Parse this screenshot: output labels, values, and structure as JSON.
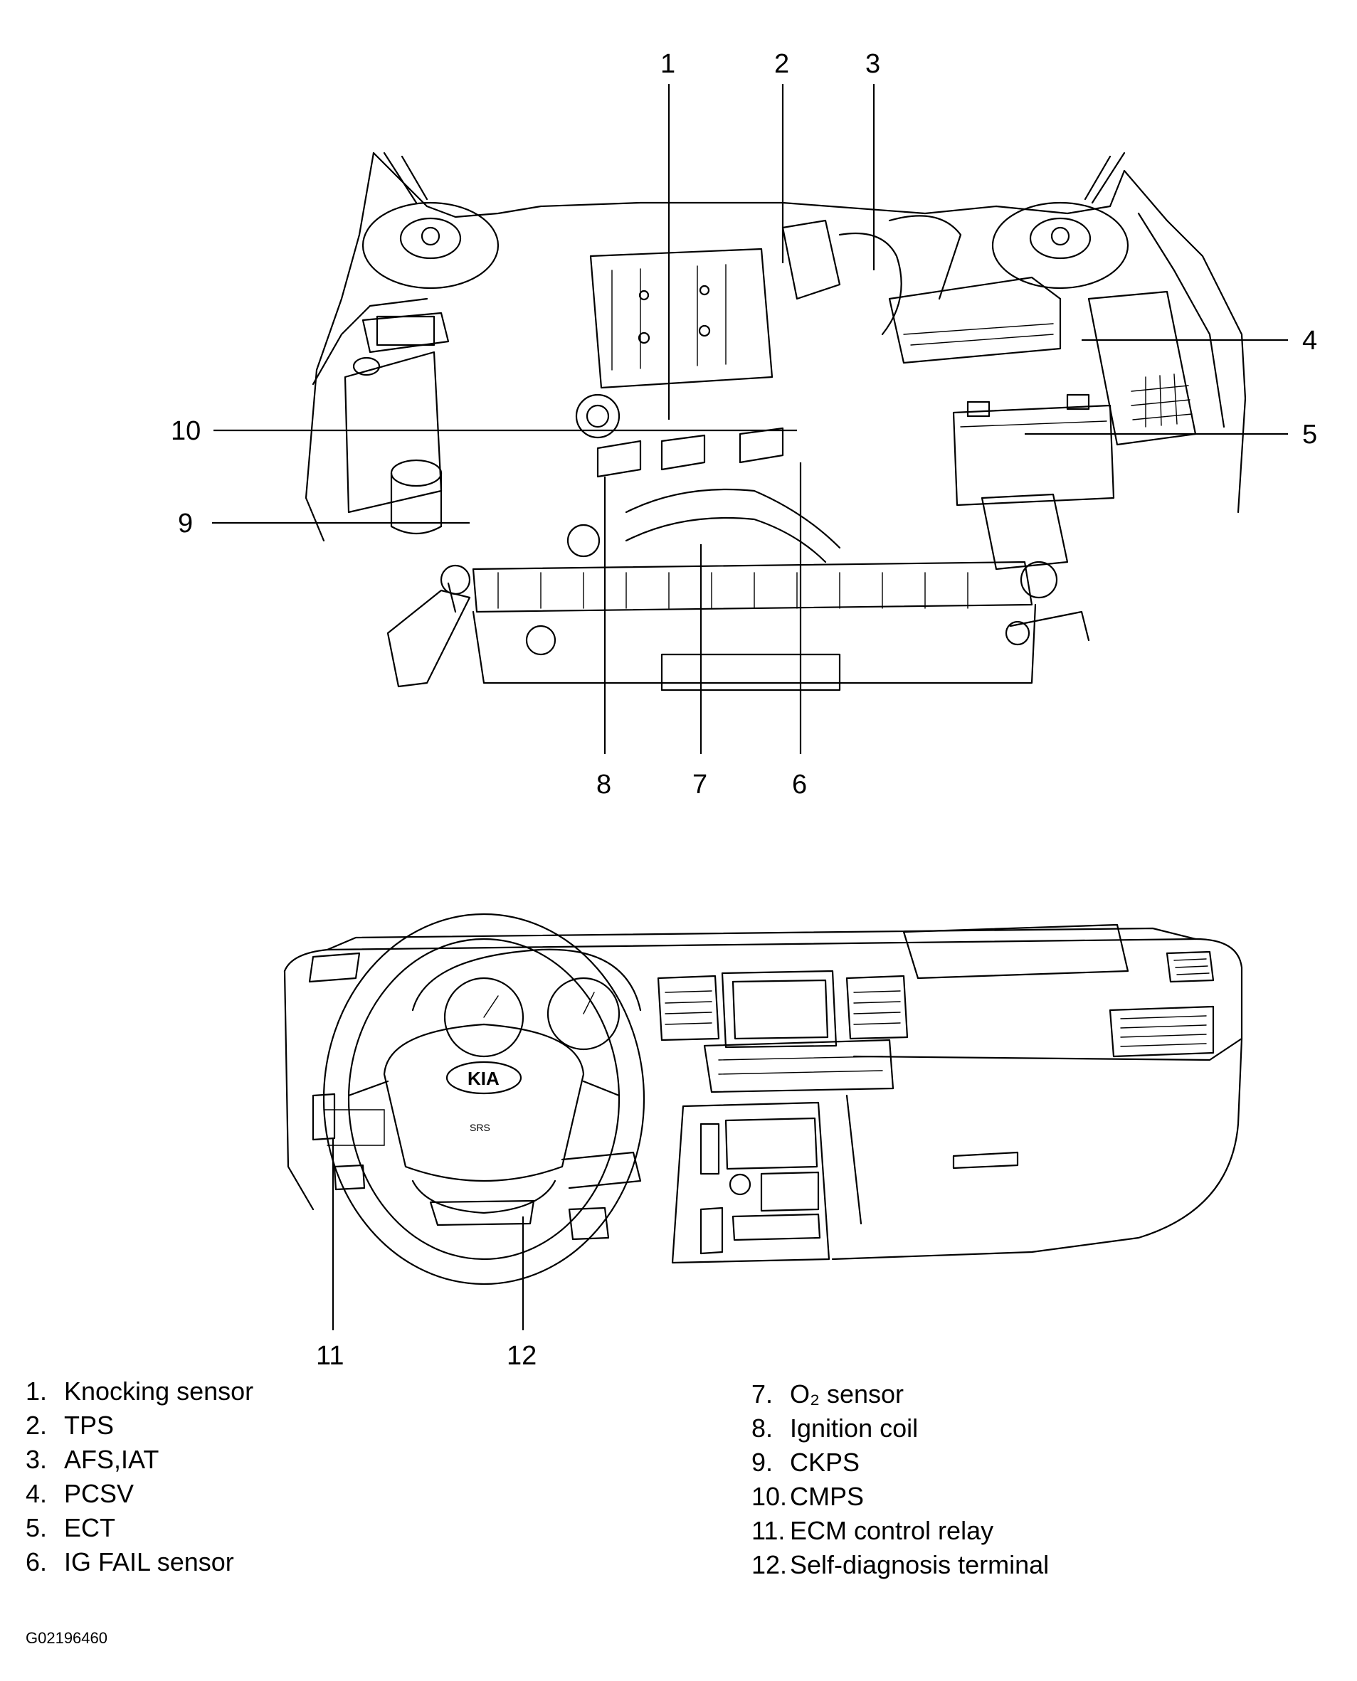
{
  "callouts": [
    "1",
    "2",
    "3",
    "4",
    "5",
    "6",
    "7",
    "8",
    "9",
    "10",
    "11",
    "12"
  ],
  "legend": [
    {
      "num": "1.",
      "label": "Knocking sensor"
    },
    {
      "num": "2.",
      "label": "TPS"
    },
    {
      "num": "3.",
      "label": "AFS,IAT"
    },
    {
      "num": "4.",
      "label": "PCSV"
    },
    {
      "num": "5.",
      "label": "ECT"
    },
    {
      "num": "6.",
      "label": "IG FAIL sensor"
    },
    {
      "num": "7.",
      "label": "O₂ sensor"
    },
    {
      "num": "8.",
      "label": "Ignition coil"
    },
    {
      "num": "9.",
      "label": "CKPS"
    },
    {
      "num": "10.",
      "label": "CMPS"
    },
    {
      "num": "11.",
      "label": "ECM control relay"
    },
    {
      "num": "12.",
      "label": "Self-diagnosis terminal"
    }
  ],
  "steering_logo": "KIA",
  "airbag_mark": "SRS",
  "figure_id": "G02196460"
}
